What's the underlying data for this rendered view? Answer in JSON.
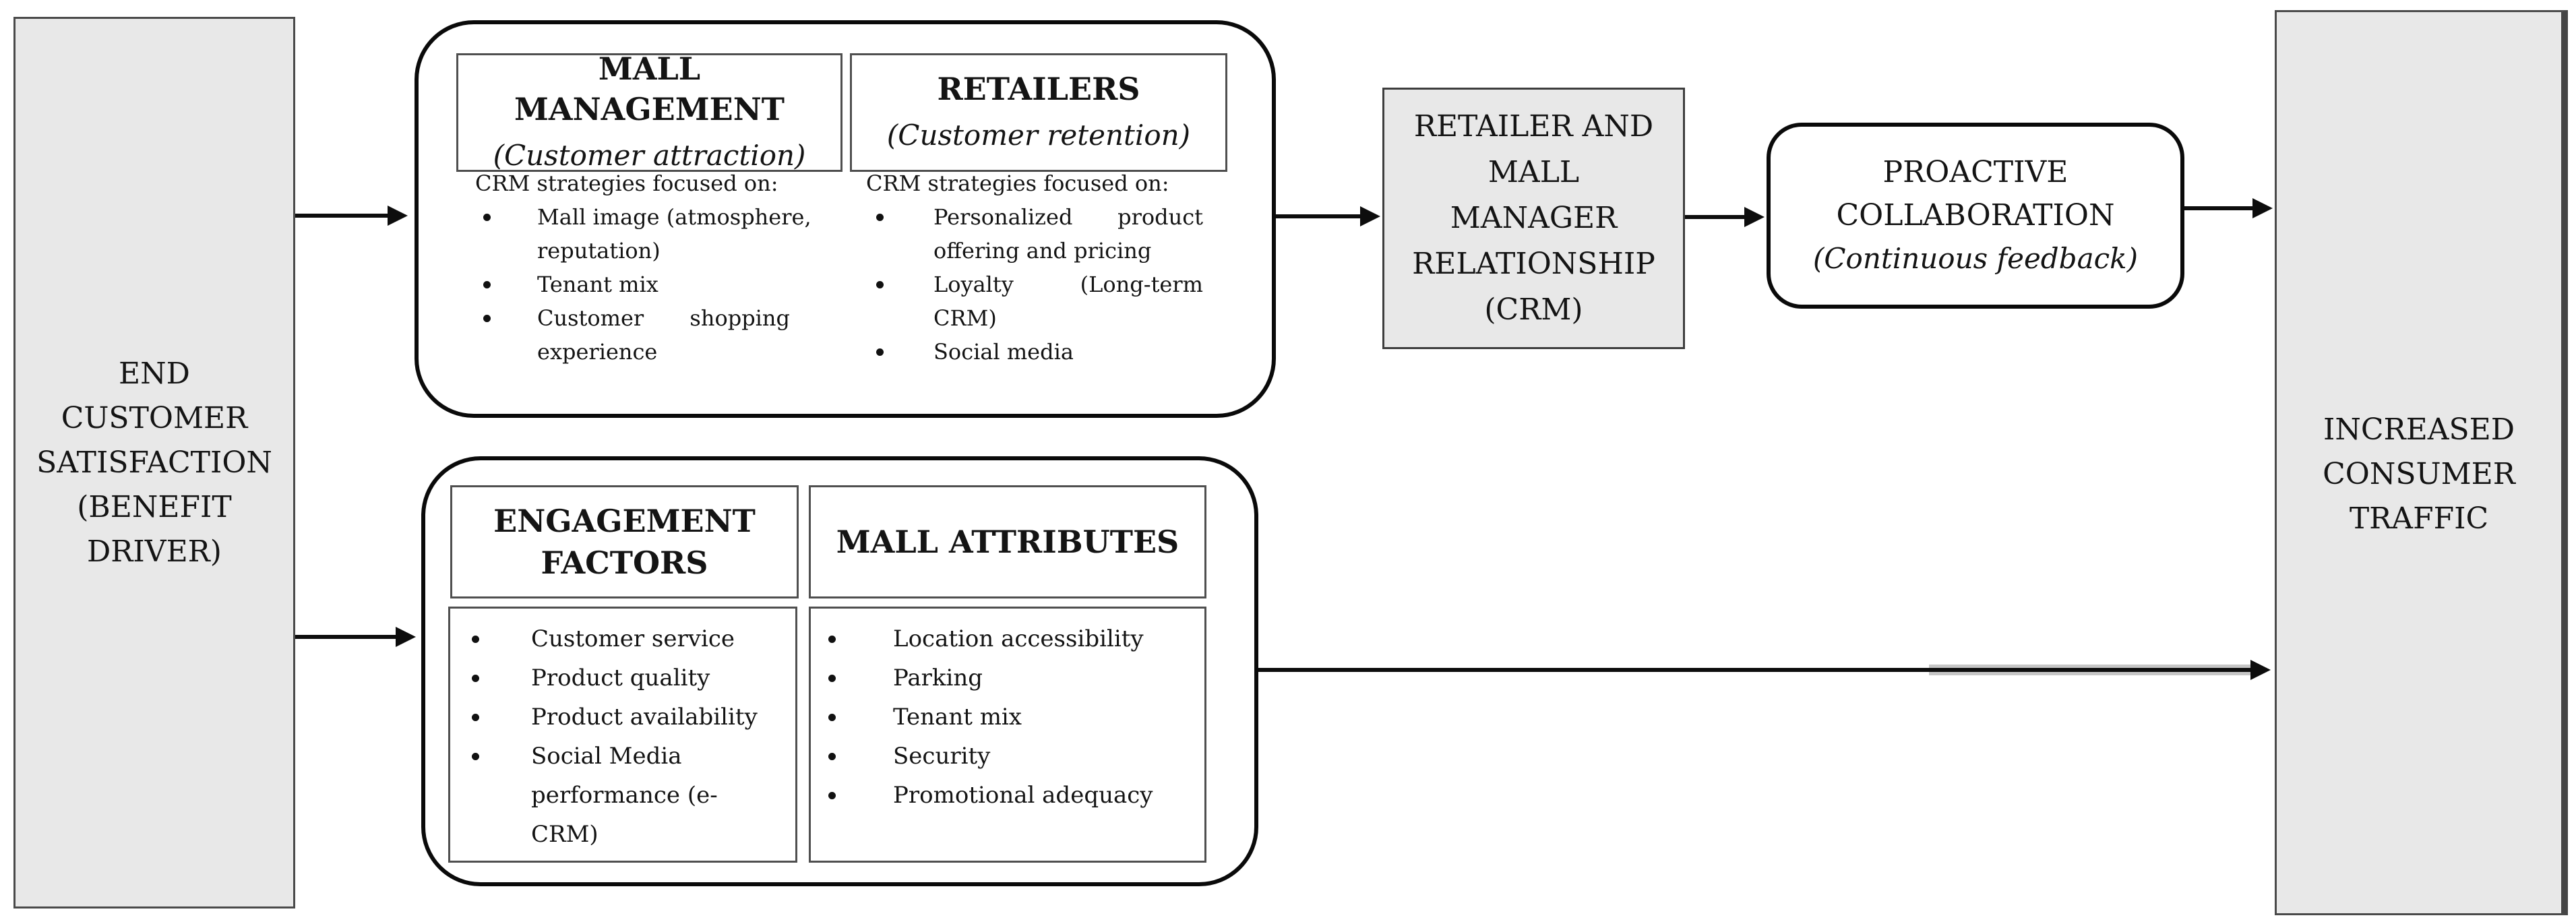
{
  "colors": {
    "box_fill": "#e8e8e8",
    "panel_border": "#0a0a0a",
    "thin_border": "#4f4f4f",
    "text": "#141414"
  },
  "left_box": {
    "text": "END\nCUSTOMER\nSATISFACTION\n(BENEFIT\nDRIVER)"
  },
  "right_box": {
    "text": "INCREASED\nCONSUMER\nTRAFFIC"
  },
  "crm_box": {
    "text": "RETAILER AND\nMALL\nMANAGER\nRELATIONSHIP\n(CRM)"
  },
  "proactive_box": {
    "title": "PROACTIVE\nCOLLABORATION",
    "subtitle": "(Continuous feedback)"
  },
  "top_panel": {
    "mall_management": {
      "title": "MALL MANAGEMENT",
      "subtitle": "(Customer attraction)",
      "intro": "CRM strategies focused on:",
      "bullets": [
        {
          "lines": [
            {
              "t": "Mall image (atmosphere,"
            },
            {
              "t": "reputation)"
            }
          ]
        },
        {
          "lines": [
            {
              "t": "Tenant mix"
            }
          ]
        },
        {
          "lines": [
            {
              "t": "Customer shopping",
              "j": true
            },
            {
              "t": "experience"
            }
          ]
        }
      ]
    },
    "retailers": {
      "title": "RETAILERS",
      "subtitle": "(Customer retention)",
      "intro": "CRM strategies focused on:",
      "bullets": [
        {
          "lines": [
            {
              "t": "Personalized product",
              "j": true
            },
            {
              "t": "offering and pricing"
            }
          ]
        },
        {
          "lines": [
            {
              "t": "Loyalty (Long-term",
              "j": true
            },
            {
              "t": "CRM)"
            }
          ]
        },
        {
          "lines": [
            {
              "t": "Social media"
            }
          ]
        }
      ]
    }
  },
  "bottom_panel": {
    "engagement_factors": {
      "title": "ENGAGEMENT\nFACTORS",
      "bullets": [
        {
          "lines": [
            {
              "t": "Customer service"
            }
          ]
        },
        {
          "lines": [
            {
              "t": "Product quality"
            }
          ]
        },
        {
          "lines": [
            {
              "t": "Product availability"
            }
          ]
        },
        {
          "lines": [
            {
              "t": "Social Media"
            },
            {
              "t": "performance (e-"
            },
            {
              "t": "CRM)"
            }
          ]
        }
      ]
    },
    "mall_attributes": {
      "title": "MALL ATTRIBUTES",
      "bullets": [
        {
          "lines": [
            {
              "t": "Location accessibility"
            }
          ]
        },
        {
          "lines": [
            {
              "t": "Parking"
            }
          ]
        },
        {
          "lines": [
            {
              "t": "Tenant mix"
            }
          ]
        },
        {
          "lines": [
            {
              "t": "Security"
            }
          ]
        },
        {
          "lines": [
            {
              "t": "Promotional adequacy"
            }
          ]
        }
      ]
    }
  }
}
